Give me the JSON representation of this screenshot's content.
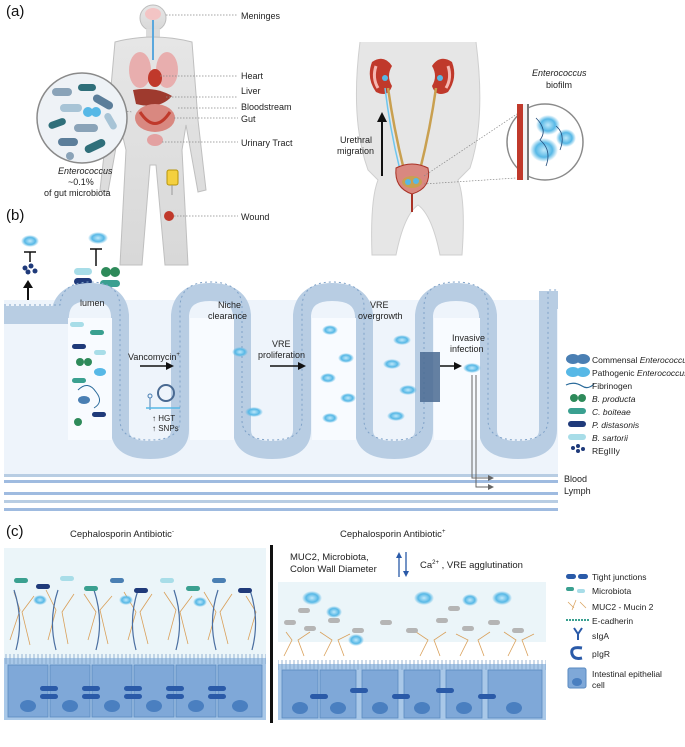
{
  "panels": {
    "a": "(a)",
    "b": "(b)",
    "c": "(c)"
  },
  "panel_a": {
    "body_labels": [
      "Meninges",
      "Heart",
      "Liver",
      "Bloodstream",
      "Gut",
      "Urinary Tract",
      "Wound"
    ],
    "gut_note_genus": "Enterococcus",
    "gut_note_line2": "~0.1%",
    "gut_note_line3": "of gut microbiota",
    "urethral_line1": "Urethral",
    "urethral_line2": "migration",
    "biofilm_genus": "Enterococcus",
    "biofilm_word": "biofilm"
  },
  "panel_b": {
    "lumen": "lumen",
    "niche_line1": "Niche",
    "niche_line2": "clearance",
    "vre_over_line1": "VRE",
    "vre_over_line2": "overgrowth",
    "vancomycin": "Vancomycin",
    "vancomycin_sup": "+",
    "vre_prolif_line1": "VRE",
    "vre_prolif_line2": "proliferation",
    "invasive_line1": "Invasive",
    "invasive_line2": "infection",
    "hgt": "↑ HGT",
    "snps": "↑ SNPs",
    "blood": "Blood",
    "lymph": "Lymph",
    "legend": [
      {
        "prefix": "Commensal ",
        "italic": "Enterococcus",
        "icon": "commensal-enterococcus-icon",
        "color": "#4a7fb3"
      },
      {
        "prefix": "Pathogenic ",
        "italic": "Enterococcus",
        "icon": "pathogenic-enterococcus-icon",
        "color": "#57b8e6"
      },
      {
        "prefix": "Fibrinogen",
        "italic": "",
        "icon": "fibrinogen-icon",
        "color": "#2a6a9a"
      },
      {
        "prefix": "",
        "italic": "B. producta",
        "icon": "b-producta-icon",
        "color": "#2e8a5a"
      },
      {
        "prefix": "",
        "italic": "C. boiteae",
        "icon": "c-boiteae-icon",
        "color": "#3aa090"
      },
      {
        "prefix": "",
        "italic": "P. distasonis",
        "icon": "p-distasonis-icon",
        "color": "#1f3a7a"
      },
      {
        "prefix": "",
        "italic": "B. sartorii",
        "icon": "b-sartorii-icon",
        "color": "#a8dde8"
      },
      {
        "prefix": "REgIIIy",
        "italic": "",
        "icon": "regiiiy-icon",
        "color": "#1f3a7a"
      }
    ]
  },
  "panel_c": {
    "left_title": "Cephalosporin Antibiotic",
    "left_sup": "-",
    "right_title": "Cephalosporin Antibiotic",
    "right_sup": "+",
    "muc_line1": "MUC2, Microbiota,",
    "muc_line2": "Colon Wall Diameter",
    "ca_text": "Ca",
    "ca_sup": "2+",
    "ca_rest": " , VRE agglutination",
    "legend": [
      {
        "label": "Tight junctions",
        "icon": "tight-junction-icon"
      },
      {
        "label": "Microbiota",
        "icon": "microbiota-icon"
      },
      {
        "label": "MUC2 - Mucin 2",
        "icon": "muc2-icon"
      },
      {
        "label": "E-cadherin",
        "icon": "e-cadherin-icon"
      },
      {
        "label": "sIgA",
        "icon": "siga-icon"
      },
      {
        "label": "pIgR",
        "icon": "pigr-icon"
      },
      {
        "label": "Intestinal epithelial",
        "icon": "epithelial-cell-icon"
      },
      {
        "label": "cell",
        "icon": ""
      }
    ]
  }
}
